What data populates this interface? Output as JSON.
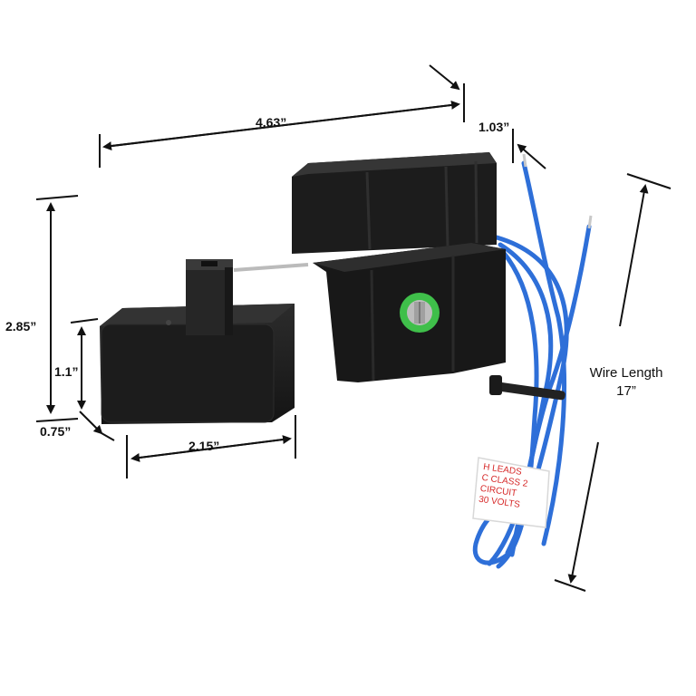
{
  "dimensions": {
    "overall_length": "4.63”",
    "depth_offset": "1.03”",
    "height": "2.85”",
    "block_height": "1.1”",
    "block_depth": "0.75”",
    "block_length": "2.15”"
  },
  "wire": {
    "label": "Wire Length",
    "length": "17”"
  },
  "tag_lines": [
    "H LEADS",
    "C CLASS 2",
    "CIRCUIT",
    "30 VOLTS"
  ],
  "colors": {
    "housing": "#1f1f1f",
    "wire": "#2e6fd8",
    "gasket": "#3fbf4a",
    "tag_text": "#d62828"
  }
}
